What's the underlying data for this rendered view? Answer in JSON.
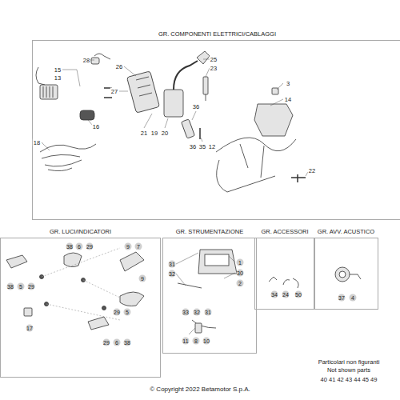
{
  "diagram": {
    "nodes": [
      {
        "text": [
          "GR. COMPONENTI ELETTRICI/CABLAGGI"
        ]
      },
      {
        "text": [
          "GR. LUCI/INDICATORI"
        ]
      },
      {
        "text": [
          "GR. STRUMENTAZIONE"
        ]
      },
      {
        "text": [
          "GR. ACCESSORI"
        ]
      },
      {
        "text": [
          "GR. AVV. ACUSTICO"
        ]
      }
    ],
    "labels": [
      "28",
      "15",
      "13",
      "26",
      "27",
      "16",
      "18",
      "25",
      "23",
      "3",
      "14",
      "21",
      "19",
      "20",
      "36",
      "36",
      "35",
      "12",
      "22",
      "38",
      "6",
      "29",
      "9",
      "7",
      "38",
      "5",
      "29",
      "9",
      "29",
      "5",
      "17",
      "29",
      "6",
      "38",
      "31",
      "32",
      "1",
      "30",
      "2",
      "33",
      "32",
      "31",
      "11",
      "8",
      "10",
      "34",
      "24",
      "50",
      "37",
      "4",
      "Particolari non figuranti",
      "Not shown parts",
      "40 41 42 43 44 45 49"
    ],
    "caption": "© Copyright 2022 Betamotor S.p.A."
  }
}
